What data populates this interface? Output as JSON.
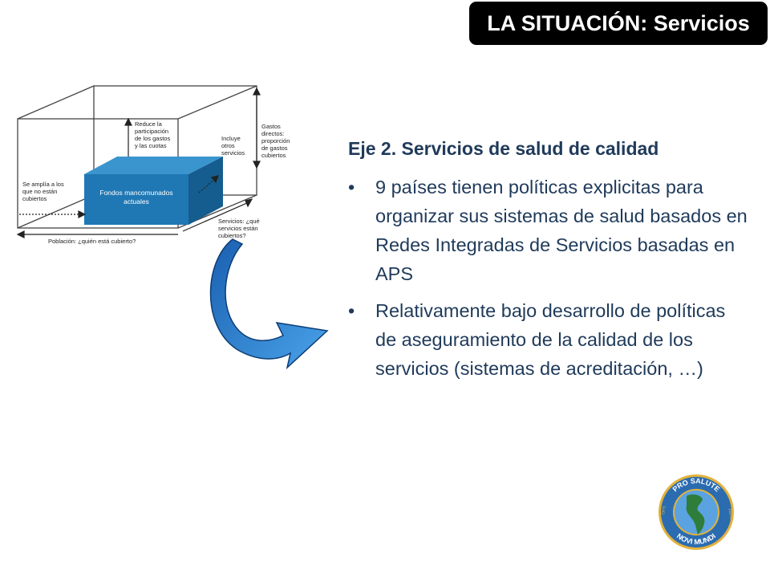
{
  "title": "LA SITUACIÓN: Servicios",
  "heading": "Eje 2. Servicios de salud de calidad",
  "bullets": [
    "9 países tienen políticas explicitas para organizar sus sistemas de salud basados en Redes Integradas de Servicios basadas en APS",
    "Relativamente bajo desarrollo de políticas de aseguramiento de la calidad de los servicios (sistemas de acreditación, …)"
  ],
  "diagram": {
    "box_label_1": "Fondos mancomunados",
    "box_label_2": "actuales",
    "reduce_lines": [
      "Reduce la",
      "participación",
      "de los gastos",
      "y las cuotas"
    ],
    "include_lines": [
      "Incluye",
      "otros",
      "servicios"
    ],
    "direct_lines": [
      "Gastos",
      "directos:",
      "proporción",
      "de gastos",
      "cubiertos"
    ],
    "extend_lines": [
      "Se amplía a los",
      "que no están",
      "cubiertos"
    ],
    "services_lines": [
      "Servicios: ¿qué",
      "servicios están",
      "cubiertos?"
    ],
    "population_label": "Población: ¿quién está cubierto?",
    "colors": {
      "box_front": "#1f78b4",
      "box_top": "#3a95cf",
      "box_side": "#155d8e",
      "arrow": "#2a7fd4"
    }
  },
  "logo": {
    "top_text": "PRO SALUTE",
    "bottom_text": "NOVI MUNDI",
    "left_text": "OPS",
    "right_text": "PAHO",
    "colors": {
      "ring": "#2b6cb0",
      "gold": "#e3b23c"
    }
  }
}
